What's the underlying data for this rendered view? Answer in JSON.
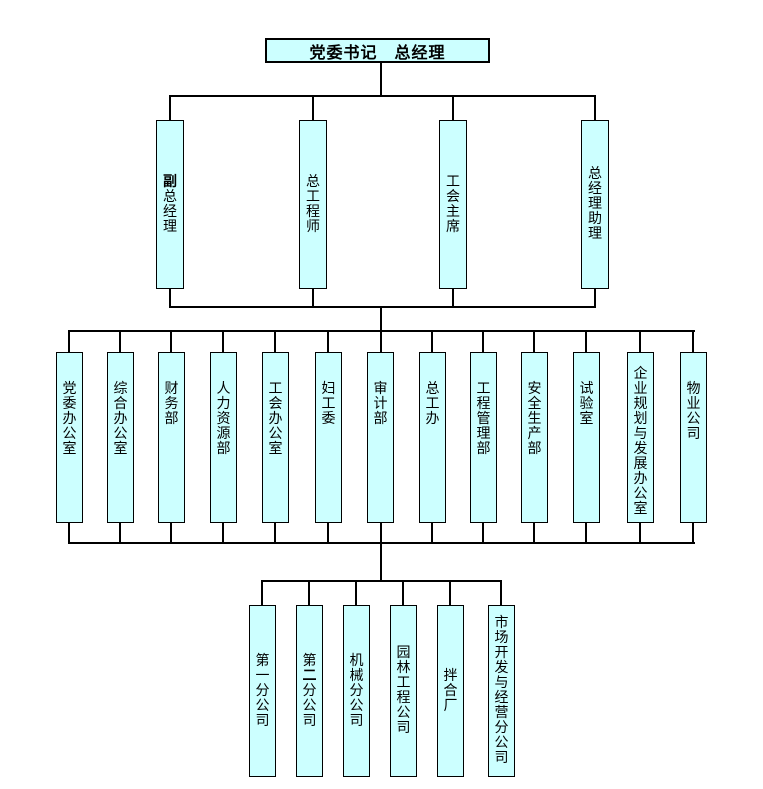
{
  "colors": {
    "background": "#FFFFFF",
    "box_fill": "#CCFFFF",
    "box_border": "#000000",
    "connector": "#000000",
    "text": "#000000"
  },
  "org": {
    "root": {
      "label": "党委书记　总经理"
    },
    "level2": [
      {
        "label": "副总经理",
        "bold_indices": [
          0
        ]
      },
      {
        "label": "总工程师"
      },
      {
        "label": "工会主席"
      },
      {
        "label": "总经理助理"
      }
    ],
    "level3": [
      {
        "label": "党委办公室"
      },
      {
        "label": "综合办公室"
      },
      {
        "label": "财务部"
      },
      {
        "label": "人力资源部"
      },
      {
        "label": "工会办公室"
      },
      {
        "label": "妇工委"
      },
      {
        "label": "审计部"
      },
      {
        "label": "总工办"
      },
      {
        "label": "工程管理部"
      },
      {
        "label": "安全生产部"
      },
      {
        "label": "试验室"
      },
      {
        "label": "企业规划与发展办公室"
      },
      {
        "label": "物业公司"
      }
    ],
    "level4": [
      {
        "label": "第一分公司"
      },
      {
        "label": "第二分公司",
        "bold_indices": [
          1
        ]
      },
      {
        "label": "机械分公司"
      },
      {
        "label": "园林工程公司"
      },
      {
        "label": "拌合厂"
      },
      {
        "label": "市场开发与经营分公司"
      }
    ]
  }
}
